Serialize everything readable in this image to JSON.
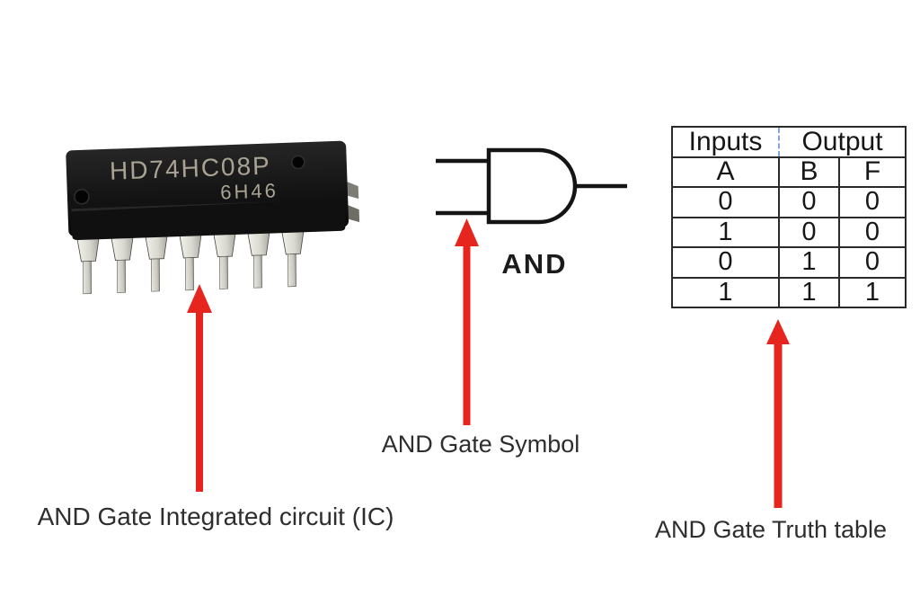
{
  "ic": {
    "part_number": "HD74HC08P",
    "date_code": "6H46",
    "label": "AND Gate Integrated circuit (IC)"
  },
  "gate": {
    "name": "AND",
    "label": "AND Gate Symbol"
  },
  "truth_table": {
    "label": "AND Gate Truth table",
    "header_groups": [
      "Inputs",
      "Output"
    ],
    "columns": [
      "A",
      "B",
      "F"
    ],
    "rows": [
      [
        "0",
        "0",
        "0"
      ],
      [
        "1",
        "0",
        "0"
      ],
      [
        "0",
        "1",
        "0"
      ],
      [
        "1",
        "1",
        "1"
      ]
    ]
  },
  "colors": {
    "arrow": "#e6261e",
    "table_border": "#2a2a2a",
    "divider": "#7fa8e0",
    "label_text": "#2e2e2e",
    "gate_stroke": "#141414",
    "chip_text": "#a8a392"
  }
}
